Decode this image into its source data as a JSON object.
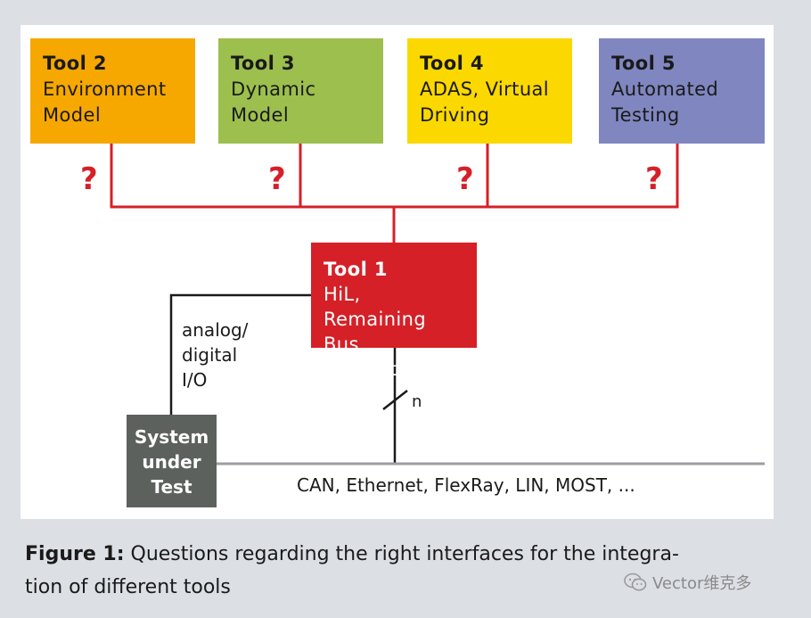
{
  "tools": [
    {
      "id": "tool2",
      "title": "Tool 2",
      "desc": [
        "Environment",
        "Model"
      ],
      "color": "#f6a800"
    },
    {
      "id": "tool3",
      "title": "Tool 3",
      "desc": [
        "Dynamic",
        "Model"
      ],
      "color": "#9cbf4e"
    },
    {
      "id": "tool4",
      "title": "Tool 4",
      "desc": [
        "ADAS, Virtual",
        "Driving"
      ],
      "color": "#fbd800"
    },
    {
      "id": "tool5",
      "title": "Tool 5",
      "desc": [
        "Automated",
        "Testing"
      ],
      "color": "#8086c0"
    }
  ],
  "tool1": {
    "title": "Tool 1",
    "desc": [
      "HiL, Remaining",
      "Bus Simulation"
    ],
    "color": "#d52027"
  },
  "question_mark": "?",
  "sut": {
    "lines": [
      "System",
      "under",
      "Test"
    ],
    "color": "#5c615e"
  },
  "io_label": [
    "analog/",
    "digital",
    "I/O"
  ],
  "n_label": "n",
  "bus_label": "CAN, Ethernet, FlexRay, LIN, MOST, ...",
  "caption": {
    "bold": "Figure 1:",
    "text": " Questions regarding the right interfaces for the integra-",
    "text2": "tion of different tools"
  },
  "watermark": "Vector维克多"
}
